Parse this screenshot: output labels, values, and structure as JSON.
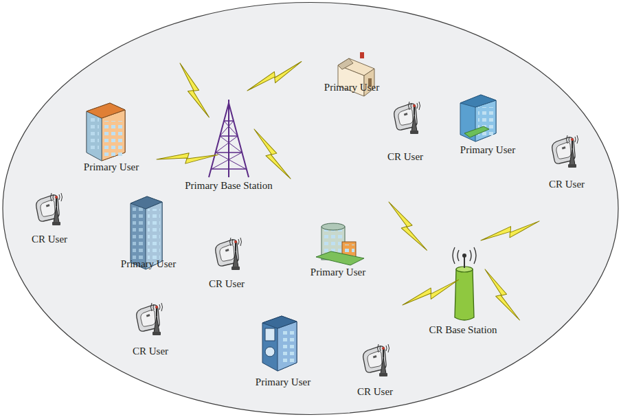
{
  "diagram": {
    "labels": [
      "Primary User",
      "Primary User",
      "Primary Base Station",
      "CR User",
      "Primary User",
      "CR User",
      "CR User",
      "Primary User",
      "CR User",
      "Primary User",
      "CR Base Station",
      "CR User",
      "Primary User",
      "CR User"
    ]
  }
}
